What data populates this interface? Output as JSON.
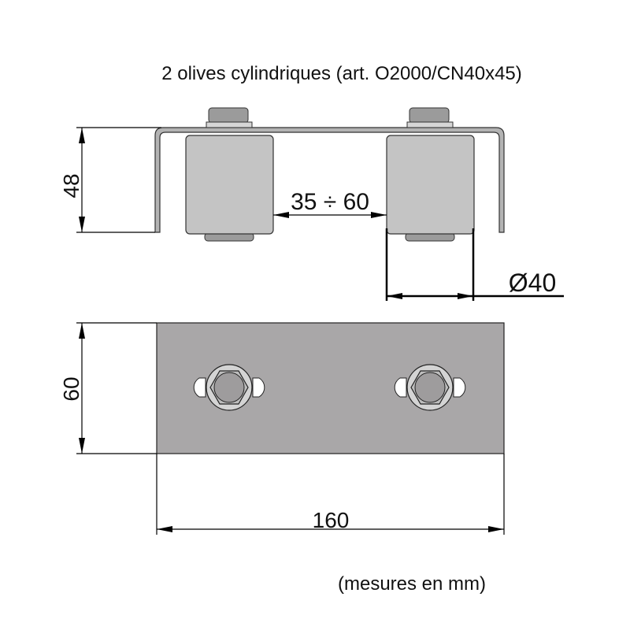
{
  "title": "2 olives cylindriques (art. O2000/CN40x45)",
  "dimensions": {
    "height": "48",
    "gap": "35 ÷ 60",
    "diameter": "Ø40",
    "width": "60",
    "length": "160"
  },
  "footer": "(mesures en mm)",
  "colors": {
    "plate": "#a9a7a8",
    "roller": "#c4c4c4",
    "metal": "#b0b0b0"
  }
}
